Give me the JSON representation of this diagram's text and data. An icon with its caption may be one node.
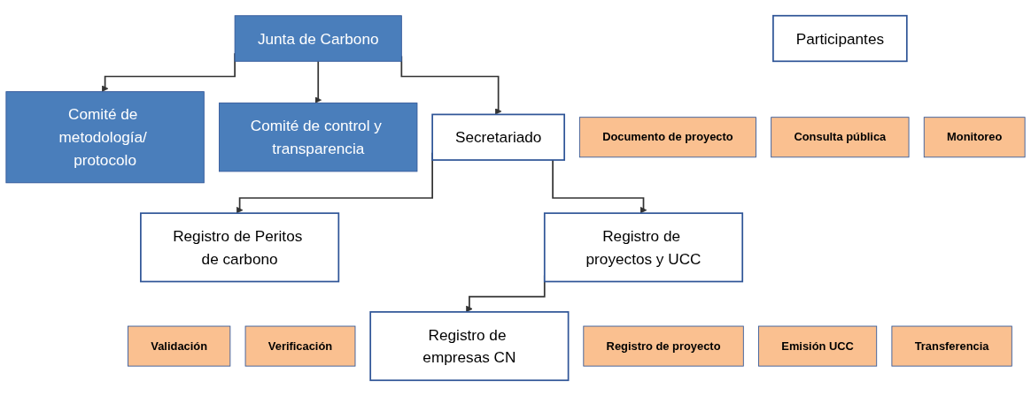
{
  "diagram": {
    "nodes": [
      {
        "text": [
          "Junta de Carbono"
        ]
      },
      {
        "text": [
          "Comité de metodología/ protocolo"
        ]
      },
      {
        "text": [
          "Comité de control y transparencia"
        ]
      },
      {
        "text": [
          "Secretariado"
        ]
      },
      {
        "text": [
          "Participantes"
        ]
      },
      {
        "text": [
          "Registro de Peritos de carbono"
        ]
      },
      {
        "text": [
          "Registro de proyectos y UCC"
        ]
      },
      {
        "text": [
          "Registro de empresas CN"
        ]
      },
      {
        "text": [
          "Documento de proyecto"
        ]
      },
      {
        "text": [
          "Consulta pública"
        ]
      },
      {
        "text": [
          "Monitoreo"
        ]
      },
      {
        "text": [
          "Validación"
        ]
      },
      {
        "text": [
          "Verificación"
        ]
      },
      {
        "text": [
          "Registro de proyecto"
        ]
      },
      {
        "text": [
          "Emisión UCC"
        ]
      },
      {
        "text": [
          "Transferencia"
        ]
      }
    ],
    "edges": [
      {
        "from": 0,
        "to": 1,
        "arrow": "to"
      },
      {
        "from": 0,
        "to": 2,
        "arrow": "to"
      },
      {
        "from": 0,
        "to": 3,
        "arrow": "to"
      },
      {
        "from": 3,
        "to": 5,
        "arrow": "to"
      },
      {
        "from": 3,
        "to": 6,
        "arrow": "to"
      },
      {
        "from": 6,
        "to": 7,
        "arrow": "to"
      }
    ]
  }
}
